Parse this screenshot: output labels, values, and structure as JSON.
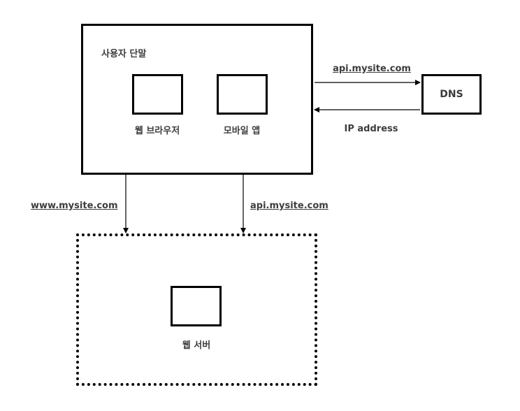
{
  "client_device": {
    "title": "사용자 단말",
    "web_browser_label": "웹 브라우저",
    "mobile_app_label": "모바일 앱"
  },
  "dns": {
    "label": "DNS",
    "request_label": "api.mysite.com",
    "response_label": "IP address"
  },
  "web_server": {
    "label": "웹 서버",
    "www_link_label": "www.mysite.com",
    "api_link_label": "api.mysite.com"
  }
}
